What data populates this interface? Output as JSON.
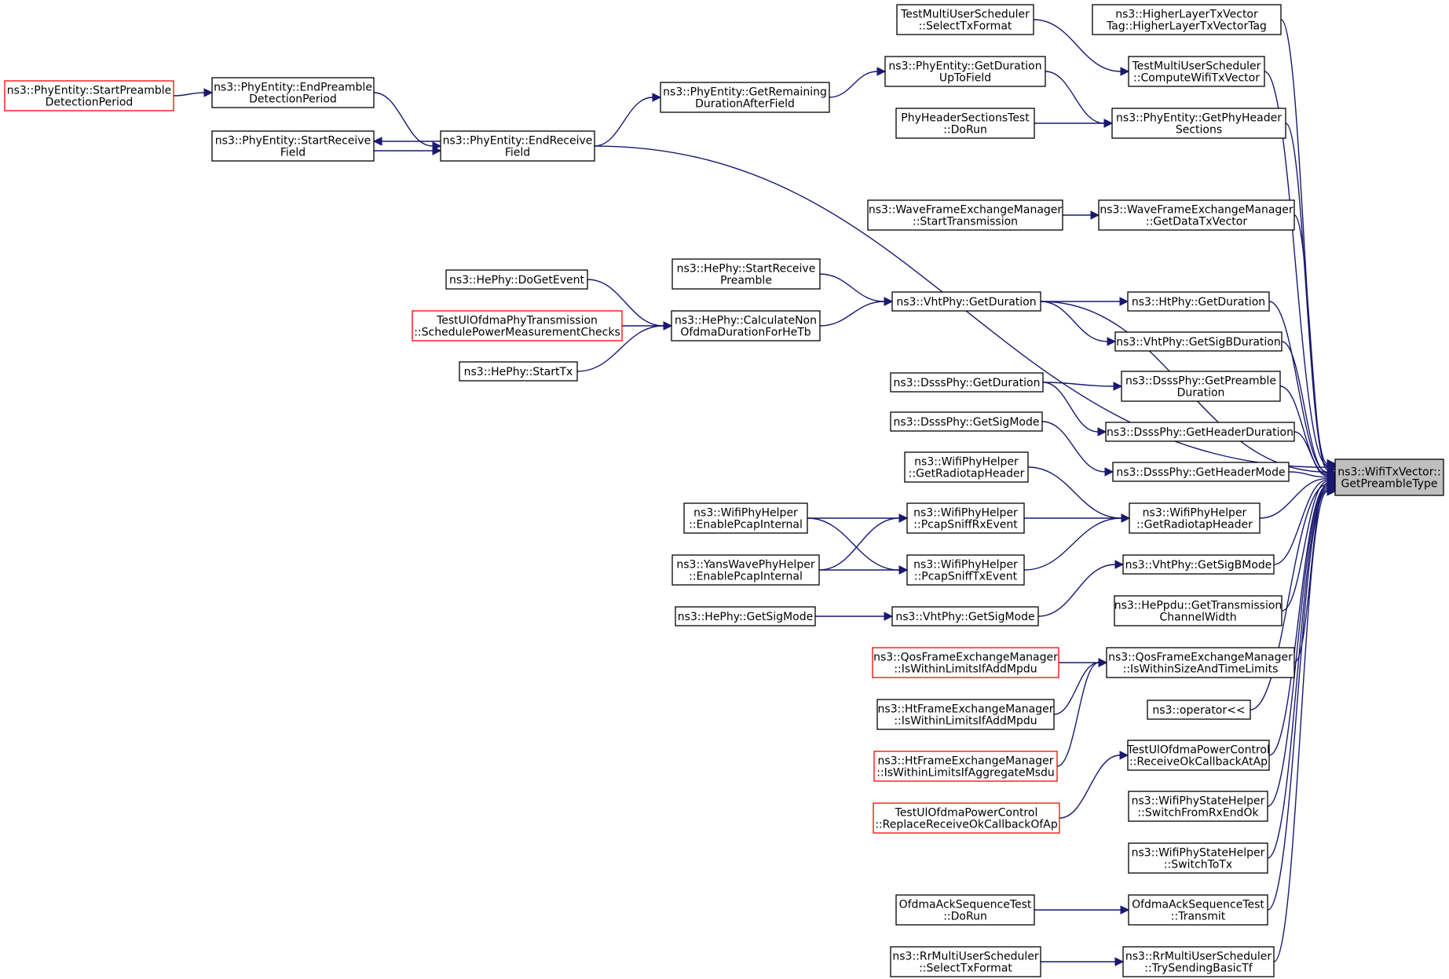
{
  "colors": {
    "edge": "#191970",
    "node_border": "#000000",
    "truncated_border": "#ff0000",
    "focus_fill": "#bfbfbf",
    "background": "#ffffff"
  },
  "nodes": [
    {
      "id": "target",
      "lines": [
        "ns3::WifiTxVector::",
        "GetPreambleType"
      ],
      "style": "focus"
    },
    {
      "id": "pe_spdp",
      "lines": [
        "ns3::PhyEntity::StartPreamble",
        "DetectionPeriod"
      ],
      "style": "red"
    },
    {
      "id": "pe_epdp",
      "lines": [
        "ns3::PhyEntity::EndPreamble",
        "DetectionPeriod"
      ]
    },
    {
      "id": "pe_srf",
      "lines": [
        "ns3::PhyEntity::StartReceive",
        "Field"
      ]
    },
    {
      "id": "pe_erf",
      "lines": [
        "ns3::PhyEntity::EndReceive",
        "Field"
      ]
    },
    {
      "id": "pe_grdaf",
      "lines": [
        "ns3::PhyEntity::GetRemaining",
        "DurationAfterField"
      ]
    },
    {
      "id": "pe_gdutf",
      "lines": [
        "ns3::PhyEntity::GetDuration",
        "UpToField"
      ]
    },
    {
      "id": "tmus_stf",
      "lines": [
        "TestMultiUserScheduler",
        "::SelectTxFormat"
      ]
    },
    {
      "id": "tmus_cwtv",
      "lines": [
        "TestMultiUserScheduler",
        "::ComputeWifiTxVector"
      ]
    },
    {
      "id": "hltv",
      "lines": [
        "ns3::HigherLayerTxVector",
        "Tag::HigherLayerTxVectorTag"
      ]
    },
    {
      "id": "phst_dorun",
      "lines": [
        "PhyHeaderSectionsTest",
        "::DoRun"
      ]
    },
    {
      "id": "pe_gphs",
      "lines": [
        "ns3::PhyEntity::GetPhyHeader",
        "Sections"
      ]
    },
    {
      "id": "wfem_st",
      "lines": [
        "ns3::WaveFrameExchangeManager",
        "::StartTransmission"
      ]
    },
    {
      "id": "wfem_gdtv",
      "lines": [
        "ns3::WaveFrameExchangeManager",
        "::GetDataTxVector"
      ]
    },
    {
      "id": "hephy_dge",
      "lines": [
        "ns3::HePhy::DoGetEvent"
      ]
    },
    {
      "id": "hephy_srp",
      "lines": [
        "ns3::HePhy::StartReceive",
        "Preamble"
      ]
    },
    {
      "id": "tuopt_spmc",
      "lines": [
        "TestUlOfdmaPhyTransmission",
        "::SchedulePowerMeasurementChecks"
      ],
      "style": "red"
    },
    {
      "id": "hephy_cnod",
      "lines": [
        "ns3::HePhy::CalculateNon",
        "OfdmaDurationForHeTb"
      ]
    },
    {
      "id": "hephy_stx",
      "lines": [
        "ns3::HePhy::StartTx"
      ]
    },
    {
      "id": "vht_gd",
      "lines": [
        "ns3::VhtPhy::GetDuration"
      ]
    },
    {
      "id": "ht_gd",
      "lines": [
        "ns3::HtPhy::GetDuration"
      ]
    },
    {
      "id": "vht_gsbd",
      "lines": [
        "ns3::VhtPhy::GetSigBDuration"
      ]
    },
    {
      "id": "dsss_gd",
      "lines": [
        "ns3::DsssPhy::GetDuration"
      ]
    },
    {
      "id": "dsss_gpd",
      "lines": [
        "ns3::DsssPhy::GetPreamble",
        "Duration"
      ]
    },
    {
      "id": "dsss_ghd",
      "lines": [
        "ns3::DsssPhy::GetHeaderDuration"
      ]
    },
    {
      "id": "dsss_gsm",
      "lines": [
        "ns3::DsssPhy::GetSigMode"
      ]
    },
    {
      "id": "dsss_ghm",
      "lines": [
        "ns3::DsssPhy::GetHeaderMode"
      ]
    },
    {
      "id": "wph_grh_l",
      "lines": [
        "ns3::WifiPhyHelper",
        "::GetRadiotapHeader"
      ]
    },
    {
      "id": "wph_grh_r",
      "lines": [
        "ns3::WifiPhyHelper",
        "::GetRadiotapHeader"
      ]
    },
    {
      "id": "wph_epi",
      "lines": [
        "ns3::WifiPhyHelper",
        "::EnablePcapInternal"
      ]
    },
    {
      "id": "wph_psrx",
      "lines": [
        "ns3::WifiPhyHelper",
        "::PcapSniffRxEvent"
      ]
    },
    {
      "id": "ywph_epi",
      "lines": [
        "ns3::YansWavePhyHelper",
        "::EnablePcapInternal"
      ]
    },
    {
      "id": "wph_pstx",
      "lines": [
        "ns3::WifiPhyHelper",
        "::PcapSniffTxEvent"
      ]
    },
    {
      "id": "vht_gsbm",
      "lines": [
        "ns3::VhtPhy::GetSigBMode"
      ]
    },
    {
      "id": "hephy_gsm",
      "lines": [
        "ns3::HePhy::GetSigMode"
      ]
    },
    {
      "id": "vht_gsm",
      "lines": [
        "ns3::VhtPhy::GetSigMode"
      ]
    },
    {
      "id": "heppdu",
      "lines": [
        "ns3::HePpdu::GetTransmission",
        "ChannelWidth"
      ]
    },
    {
      "id": "qfem_iwl",
      "lines": [
        "ns3::QosFrameExchangeManager",
        "::IsWithinLimitsIfAddMpdu"
      ],
      "style": "red"
    },
    {
      "id": "qfem_iwst",
      "lines": [
        "ns3::QosFrameExchangeManager",
        "::IsWithinSizeAndTimeLimits"
      ]
    },
    {
      "id": "htfem_iwam",
      "lines": [
        "ns3::HtFrameExchangeManager",
        "::IsWithinLimitsIfAddMpdu"
      ]
    },
    {
      "id": "opshift",
      "lines": [
        "ns3::operator<<"
      ]
    },
    {
      "id": "htfem_iwag",
      "lines": [
        "ns3::HtFrameExchangeManager",
        "::IsWithinLimitsIfAggregateMsdu"
      ],
      "style": "red"
    },
    {
      "id": "tuopc_rok",
      "lines": [
        "TestUlOfdmaPowerControl",
        "::ReceiveOkCallbackAtAp"
      ]
    },
    {
      "id": "tuopc_rrok",
      "lines": [
        "TestUlOfdmaPowerControl",
        "::ReplaceReceiveOkCallbackOfAp"
      ],
      "style": "red"
    },
    {
      "id": "wpsh_sfrx",
      "lines": [
        "ns3::WifiPhyStateHelper",
        "::SwitchFromRxEndOk"
      ]
    },
    {
      "id": "wpsh_stx",
      "lines": [
        "ns3::WifiPhyStateHelper",
        "::SwitchToTx"
      ]
    },
    {
      "id": "oast_dorun",
      "lines": [
        "OfdmaAckSequenceTest",
        "::DoRun"
      ]
    },
    {
      "id": "oast_tx",
      "lines": [
        "OfdmaAckSequenceTest",
        "::Transmit"
      ]
    },
    {
      "id": "rrmus_stf",
      "lines": [
        "ns3::RrMultiUserScheduler",
        "::SelectTxFormat"
      ]
    },
    {
      "id": "rrmus_tsbt",
      "lines": [
        "ns3::RrMultiUserScheduler",
        "::TrySendingBasicTf"
      ]
    }
  ],
  "edges": [
    {
      "from": "pe_spdp",
      "to": "pe_epdp"
    },
    {
      "from": "pe_epdp",
      "to": "pe_erf"
    },
    {
      "from": "pe_srf",
      "to": "pe_erf"
    },
    {
      "from": "pe_erf",
      "to": "pe_srf"
    },
    {
      "from": "pe_erf",
      "to": "pe_grdaf"
    },
    {
      "from": "pe_grdaf",
      "to": "pe_gdutf"
    },
    {
      "from": "pe_gdutf",
      "to": "pe_gphs"
    },
    {
      "from": "tmus_stf",
      "to": "tmus_cwtv"
    },
    {
      "from": "phst_dorun",
      "to": "pe_gphs"
    },
    {
      "from": "wfem_st",
      "to": "wfem_gdtv"
    },
    {
      "from": "hephy_dge",
      "to": "hephy_cnod"
    },
    {
      "from": "tuopt_spmc",
      "to": "hephy_cnod"
    },
    {
      "from": "hephy_stx",
      "to": "hephy_cnod"
    },
    {
      "from": "hephy_srp",
      "to": "vht_gd"
    },
    {
      "from": "hephy_cnod",
      "to": "vht_gd"
    },
    {
      "from": "vht_gd",
      "to": "ht_gd"
    },
    {
      "from": "vht_gd",
      "to": "vht_gsbd"
    },
    {
      "from": "dsss_gd",
      "to": "dsss_gpd"
    },
    {
      "from": "dsss_gd",
      "to": "dsss_ghd"
    },
    {
      "from": "dsss_gsm",
      "to": "dsss_ghm"
    },
    {
      "from": "wph_epi",
      "to": "wph_psrx"
    },
    {
      "from": "wph_epi",
      "to": "wph_pstx"
    },
    {
      "from": "ywph_epi",
      "to": "wph_psrx"
    },
    {
      "from": "ywph_epi",
      "to": "wph_pstx"
    },
    {
      "from": "wph_grh_l",
      "to": "wph_grh_r"
    },
    {
      "from": "wph_psrx",
      "to": "wph_grh_r"
    },
    {
      "from": "wph_pstx",
      "to": "wph_grh_r"
    },
    {
      "from": "hephy_gsm",
      "to": "vht_gsm"
    },
    {
      "from": "vht_gsm",
      "to": "vht_gsbm"
    },
    {
      "from": "qfem_iwl",
      "to": "qfem_iwst"
    },
    {
      "from": "htfem_iwam",
      "to": "qfem_iwst"
    },
    {
      "from": "htfem_iwag",
      "to": "qfem_iwst"
    },
    {
      "from": "tuopc_rrok",
      "to": "tuopc_rok"
    },
    {
      "from": "oast_dorun",
      "to": "oast_tx"
    },
    {
      "from": "rrmus_stf",
      "to": "rrmus_tsbt"
    },
    {
      "from": "hltv",
      "to": "target"
    },
    {
      "from": "tmus_cwtv",
      "to": "target"
    },
    {
      "from": "pe_gphs",
      "to": "target"
    },
    {
      "from": "pe_erf",
      "to": "target"
    },
    {
      "from": "wfem_gdtv",
      "to": "target"
    },
    {
      "from": "vht_gd",
      "to": "target"
    },
    {
      "from": "ht_gd",
      "to": "target"
    },
    {
      "from": "vht_gsbd",
      "to": "target"
    },
    {
      "from": "dsss_gpd",
      "to": "target"
    },
    {
      "from": "dsss_ghd",
      "to": "target"
    },
    {
      "from": "dsss_ghm",
      "to": "target"
    },
    {
      "from": "wph_grh_r",
      "to": "target"
    },
    {
      "from": "vht_gsbm",
      "to": "target"
    },
    {
      "from": "heppdu",
      "to": "target"
    },
    {
      "from": "qfem_iwst",
      "to": "target"
    },
    {
      "from": "opshift",
      "to": "target"
    },
    {
      "from": "tuopc_rok",
      "to": "target"
    },
    {
      "from": "wpsh_sfrx",
      "to": "target"
    },
    {
      "from": "wpsh_stx",
      "to": "target"
    },
    {
      "from": "oast_tx",
      "to": "target"
    },
    {
      "from": "rrmus_tsbt",
      "to": "target"
    }
  ]
}
